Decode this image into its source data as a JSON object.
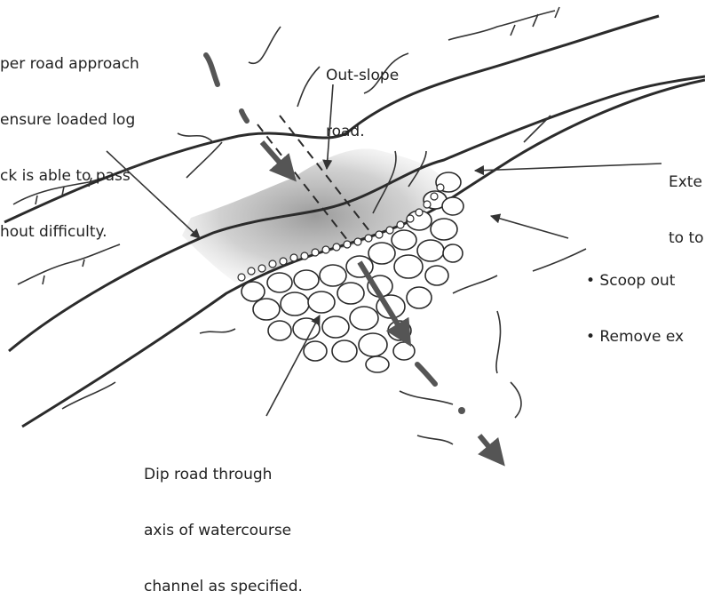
{
  "labels": {
    "approach": [
      "per road approach",
      "ensure loaded log",
      "ck is able to pass",
      "hout difficulty."
    ],
    "outslope": [
      "Out-slope",
      "road."
    ],
    "extend": [
      "Exte",
      "to to"
    ],
    "scoop": [
      "• Scoop out",
      "• Remove ex"
    ],
    "dip": [
      "Dip road through",
      "axis of watercourse",
      "channel as specified."
    ]
  },
  "colors": {
    "ink": "#2b2b2b",
    "arrow": "#555555",
    "shading": "#bdbdbd",
    "stroke": "#333333"
  },
  "icons": [
    "flow-arrow-icon"
  ]
}
